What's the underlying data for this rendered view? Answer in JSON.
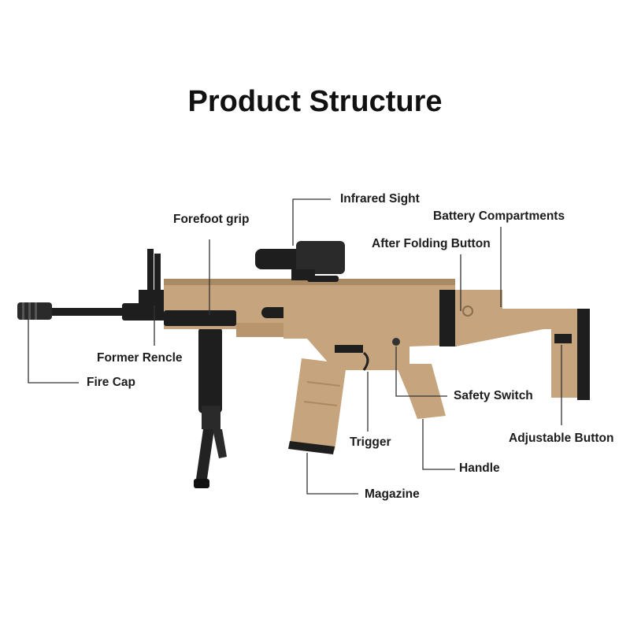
{
  "title": "Product Structure",
  "labels": {
    "infrared_sight": "Infrared Sight",
    "battery_compartments": "Battery Compartments",
    "forefoot_grip": "Forefoot grip",
    "after_folding_button": "After Folding Button",
    "former_rencle": "Former Rencle",
    "fire_cap": "Fire Cap",
    "safety_switch": "Safety Switch",
    "trigger": "Trigger",
    "adjustable_button": "Adjustable Button",
    "handle": "Handle",
    "magazine": "Magazine"
  },
  "colors": {
    "tan": "#c6a47d",
    "tan_dark": "#a98a63",
    "black": "#1e1e1e",
    "text": "#1c1c1c"
  }
}
